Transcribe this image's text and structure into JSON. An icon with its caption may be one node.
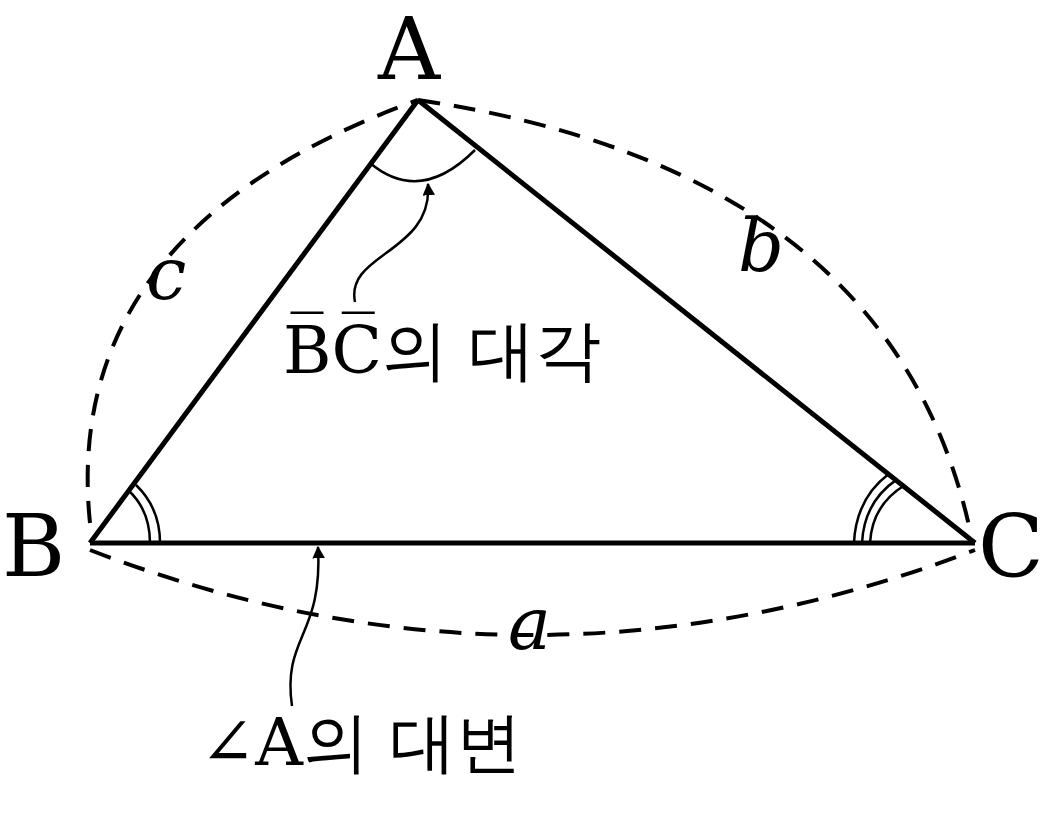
{
  "diagram": {
    "nodes": [
      {
        "text": [
          "B̅C̅의 대각"
        ]
      },
      {
        "text": [],
        "shape": "arc"
      },
      {
        "text": [
          "∠A의 대변"
        ]
      },
      {
        "text": [],
        "shape": "line"
      }
    ],
    "edges": [
      {
        "from": 0,
        "to": 1,
        "arrow": "to"
      },
      {
        "from": 2,
        "to": 3,
        "arrow": "to"
      }
    ],
    "labels": [
      "A",
      "c",
      "b",
      "B",
      "C",
      "a"
    ]
  }
}
